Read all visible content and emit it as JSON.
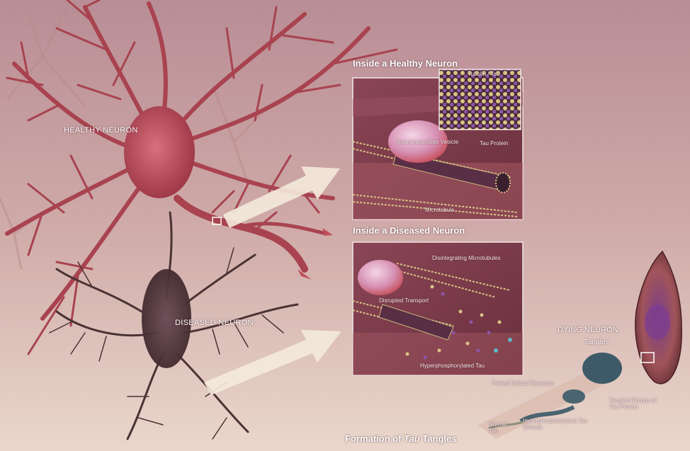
{
  "colors": {
    "background_top": "#c9a3a6",
    "background_bottom": "#e8d3c9",
    "healthy_neuron": "#a8434f",
    "diseased_neuron": "#4b3335",
    "panel_bg": "#7a3a48",
    "arrow": "#f4eadb",
    "microtubule_tan": "#c9b37e",
    "microtubule_purple": "#8a4fa0"
  },
  "labels": {
    "healthy_neuron": "HEALTHY NEURON",
    "diseased_neuron": "DISEASED NEURON",
    "panel_healthy_title": "Inside a Healthy Neuron",
    "panel_diseased_title": "Inside a Diseased Neuron",
    "tubulin": "Tubulin / Tau",
    "nutrient_vesicle": "Neurotransmitter Vesicle",
    "tau_protein": "Tau Protein",
    "microtubule": "Microtubule",
    "disintegrating_microtubules": "Disintegrating Microtubules",
    "disrupted_transport": "Disrupted Transport",
    "hyperphosphorylated_tau": "Hyperphosphorylated Tau",
    "dying_neuron": "DYING NEURON",
    "tangles": "Tangles",
    "paired_helical_filaments": "Paired Helical Filaments",
    "tangled_clumps": "Tangled Clumps of Tau Protein",
    "normal_tau": "Normal Tau",
    "hyperphosphorylated_strands": "Hyperphosphorylated Tau Strands",
    "formation_prefix": "Formation of ",
    "formation_tau": "Tau",
    "formation_suffix": " Tangles"
  }
}
